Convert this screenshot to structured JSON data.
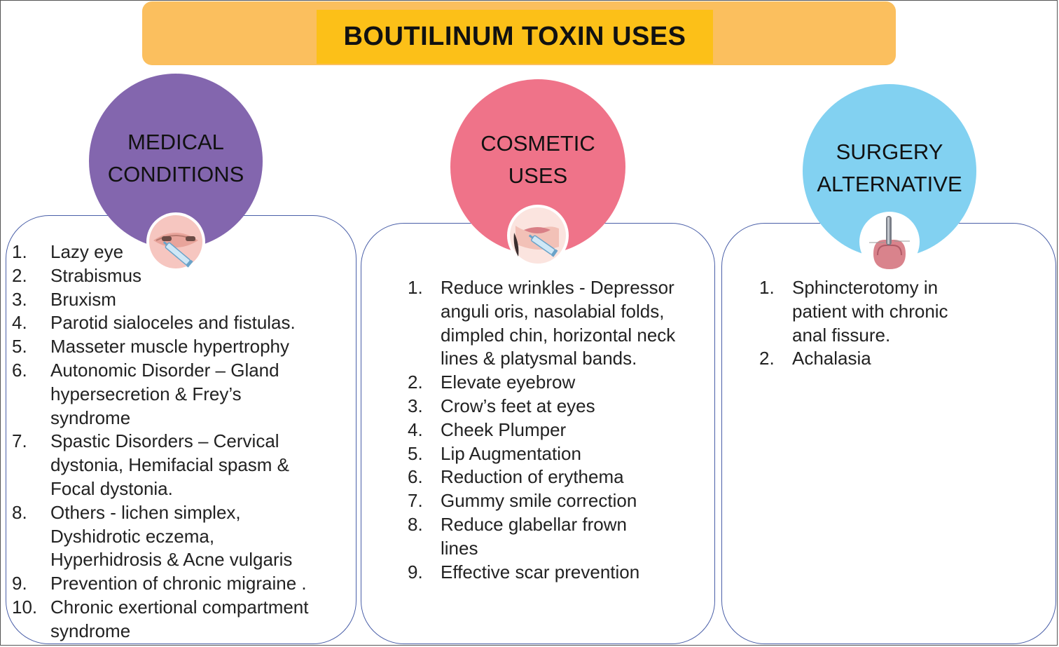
{
  "title": "BOUTILINUM TOXIN USES",
  "colors": {
    "banner_outer": "#fbbf5e",
    "banner_inner": "#fcc018",
    "medical": "#8366ae",
    "cosmetic": "#ef7389",
    "surgery": "#82d1f1",
    "panel_border": "#4a5fa8"
  },
  "columns": [
    {
      "heading": [
        "MEDICAL",
        "CONDITIONS"
      ],
      "icon": "eye-injection-icon",
      "items": [
        {
          "num": "1.",
          "text": "Lazy eye"
        },
        {
          "num": "2.",
          "text": "Strabismus"
        },
        {
          "num": "3.",
          "text": "Bruxism"
        },
        {
          "num": "4.",
          "text": "Parotid sialoceles and fistulas."
        },
        {
          "num": "5.",
          "text": "Masseter muscle hypertrophy"
        },
        {
          "num": "6.",
          "text": "Autonomic Disorder  – Gland hypersecretion & Frey’s syndrome"
        },
        {
          "num": "7.",
          "text": "Spastic Disorders  – Cervical dystonia, Hemifacial spasm & Focal dystonia."
        },
        {
          "num": "8.",
          "text": "Others - lichen simplex, Dyshidrotic eczema, Hyperhidrosis & Acne vulgaris"
        },
        {
          "num": "9.",
          "text": "Prevention of chronic migraine ."
        },
        {
          "num": "10.",
          "text": "Chronic exertional compartment syndrome"
        }
      ]
    },
    {
      "heading": [
        "COSMETIC",
        "USES"
      ],
      "icon": "lip-injection-icon",
      "items": [
        {
          "num": "1.",
          "text": "Reduce wrinkles  - Depressor anguli oris, nasolabial folds, dimpled chin, horizontal neck lines & platysmal bands."
        },
        {
          "num": "2.",
          "text": "Elevate eyebrow"
        },
        {
          "num": "3.",
          "text": "Crow’s feet at eyes"
        },
        {
          "num": "4.",
          "text": "Cheek Plumper"
        },
        {
          "num": "5.",
          "text": "Lip Augmentation"
        },
        {
          "num": "6.",
          "text": "Reduction  of erythema"
        },
        {
          "num": "7.",
          "text": "Gummy smile correction"
        },
        {
          "num": "8.",
          "text": "Reduce glabellar frown lines"
        },
        {
          "num": "9.",
          "text": "Effective scar prevention"
        }
      ]
    },
    {
      "heading": [
        "SURGERY",
        "ALTERNATIVE"
      ],
      "icon": "endoscopy-icon",
      "items": [
        {
          "num": "1.",
          "text": "Sphincterotomy in patient with chronic anal fissure."
        },
        {
          "num": "2.",
          "text": "Achalasia"
        }
      ]
    }
  ]
}
